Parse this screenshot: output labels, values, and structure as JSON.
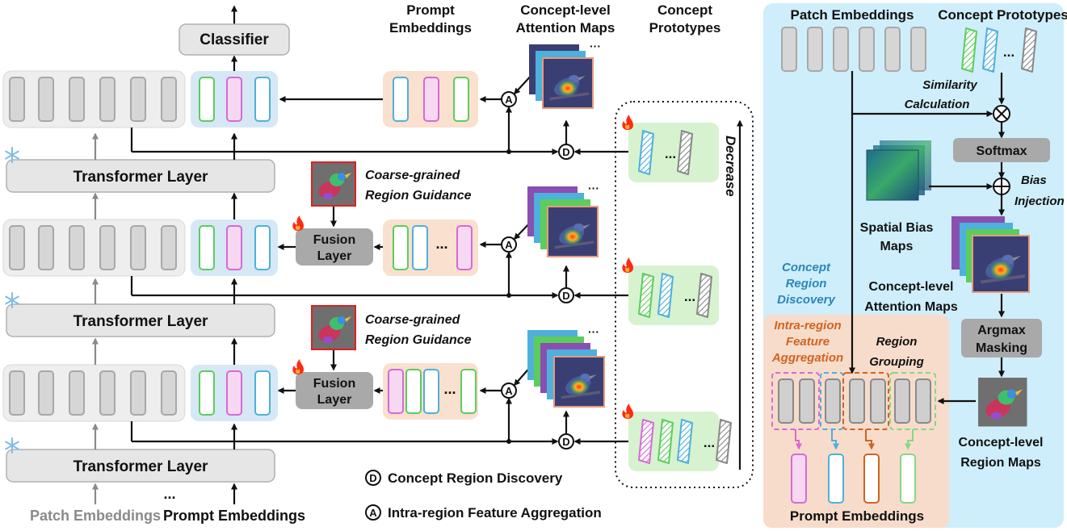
{
  "labels": {
    "classifier": "Classifier",
    "prompt_embeddings_top": [
      "Prompt",
      "Embeddings"
    ],
    "attention_maps_top": [
      "Concept-level",
      "Attention Maps"
    ],
    "concept_prototypes_top": [
      "Concept",
      "Prototypes"
    ],
    "transformer_layer": "Transformer Layer",
    "coarse_guidance": [
      "Coarse-grained",
      "Region Guidance"
    ],
    "fusion_layer": [
      "Fusion",
      "Layer"
    ],
    "decrease": "Decrease",
    "patch_embeddings_bottom": "Patch Embeddings",
    "prompt_embeddings_bottom": "Prompt Embeddings",
    "dots": "...",
    "dots_h": "···"
  },
  "legend": {
    "d_letter": "D",
    "d_label": "Concept Region Discovery",
    "a_letter": "A",
    "a_label": "Intra-region Feature Aggregation"
  },
  "right_panel": {
    "patch_embeddings": "Patch Embeddings",
    "concept_prototypes": "Concept Prototypes",
    "similarity": [
      "Similarity",
      "Calculation"
    ],
    "softmax": "Softmax",
    "bias_injection": [
      "Bias",
      "Injection"
    ],
    "spatial_bias": [
      "Spatial Bias",
      "Maps"
    ],
    "concept_attention": [
      "Concept-level",
      "Attention Maps"
    ],
    "concept_region_discovery": [
      "Concept",
      "Region",
      "Discovery"
    ],
    "intra_region": [
      "Intra-region",
      "Feature",
      "Aggregation"
    ],
    "region_grouping": [
      "Region",
      "Grouping"
    ],
    "argmax_masking": [
      "Argmax",
      "Masking"
    ],
    "concept_region_maps": [
      "Concept-level",
      "Region Maps"
    ],
    "prompt_embeddings": "Prompt Embeddings"
  },
  "colors": {
    "green": "#5ccd5c",
    "pink": "#d66ad6",
    "cyan": "#4fb0dc",
    "orange": "#d0641e",
    "light_green": "#84d884",
    "gray_token": "#c8c8c8",
    "panel_blue": "#cfeefb",
    "panel_peach": "#f8dccb",
    "prompt_bg": "#f9e0cf",
    "proto_bg": "#d7f2cf",
    "token_bg_blue": "#d6e8f5",
    "layer_gray": "#e6e6e6",
    "fusion_gray": "#a9a9a9",
    "softmax_gray": "#a9a9a9"
  },
  "icons": [
    "snowflake-icon",
    "flame-icon",
    "otimes-icon",
    "oplus-icon",
    "bird-image"
  ]
}
